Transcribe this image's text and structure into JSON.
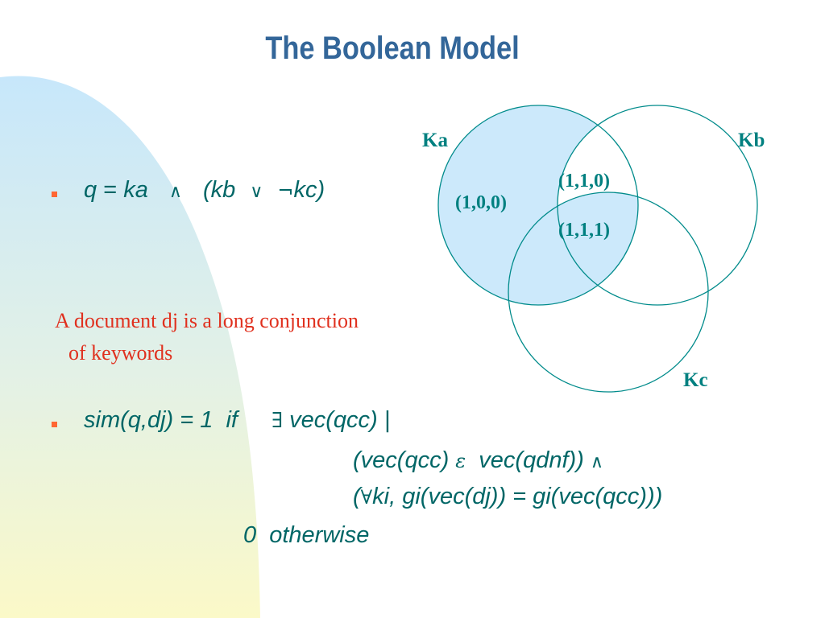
{
  "slide": {
    "title": "The Boolean Model",
    "bullet1": {
      "q": "q",
      "eq": " = ",
      "ka": "ka",
      "and": "∧",
      "open": "(",
      "kb": "kb",
      "or": "∨",
      "not": "¬",
      "kc": "kc",
      "close": ")"
    },
    "note": {
      "line1": "A document dj is a long conjunction",
      "line2": "of keywords"
    },
    "bullet2": {
      "line1_left": "sim(q,dj) = 1  if",
      "exists": "∃",
      "line1_right": " vec(qcc) |",
      "line2_left": "(vec(qcc) ",
      "epsilon": "ε",
      "line2_right": "  vec(qdnf)) ",
      "and": "∧",
      "line3_open": "(",
      "forall": "∀",
      "line3_rest": "ki, gi(vec(dj)) = gi(vec(qcc)))",
      "line4": "0  otherwise"
    }
  },
  "venn": {
    "sets": [
      "Ka",
      "Kb",
      "Kc"
    ],
    "regions": [
      {
        "label": "(1,0,0)"
      },
      {
        "label": "(1,1,0)"
      },
      {
        "label": "(1,1,1)"
      }
    ],
    "circle_stroke": "#008b8b",
    "highlight_fill": "#cce9fb"
  },
  "colors": {
    "title": "#336699",
    "math_text": "#006666",
    "note_text": "#e0301e",
    "bullet": "#ff6633"
  }
}
